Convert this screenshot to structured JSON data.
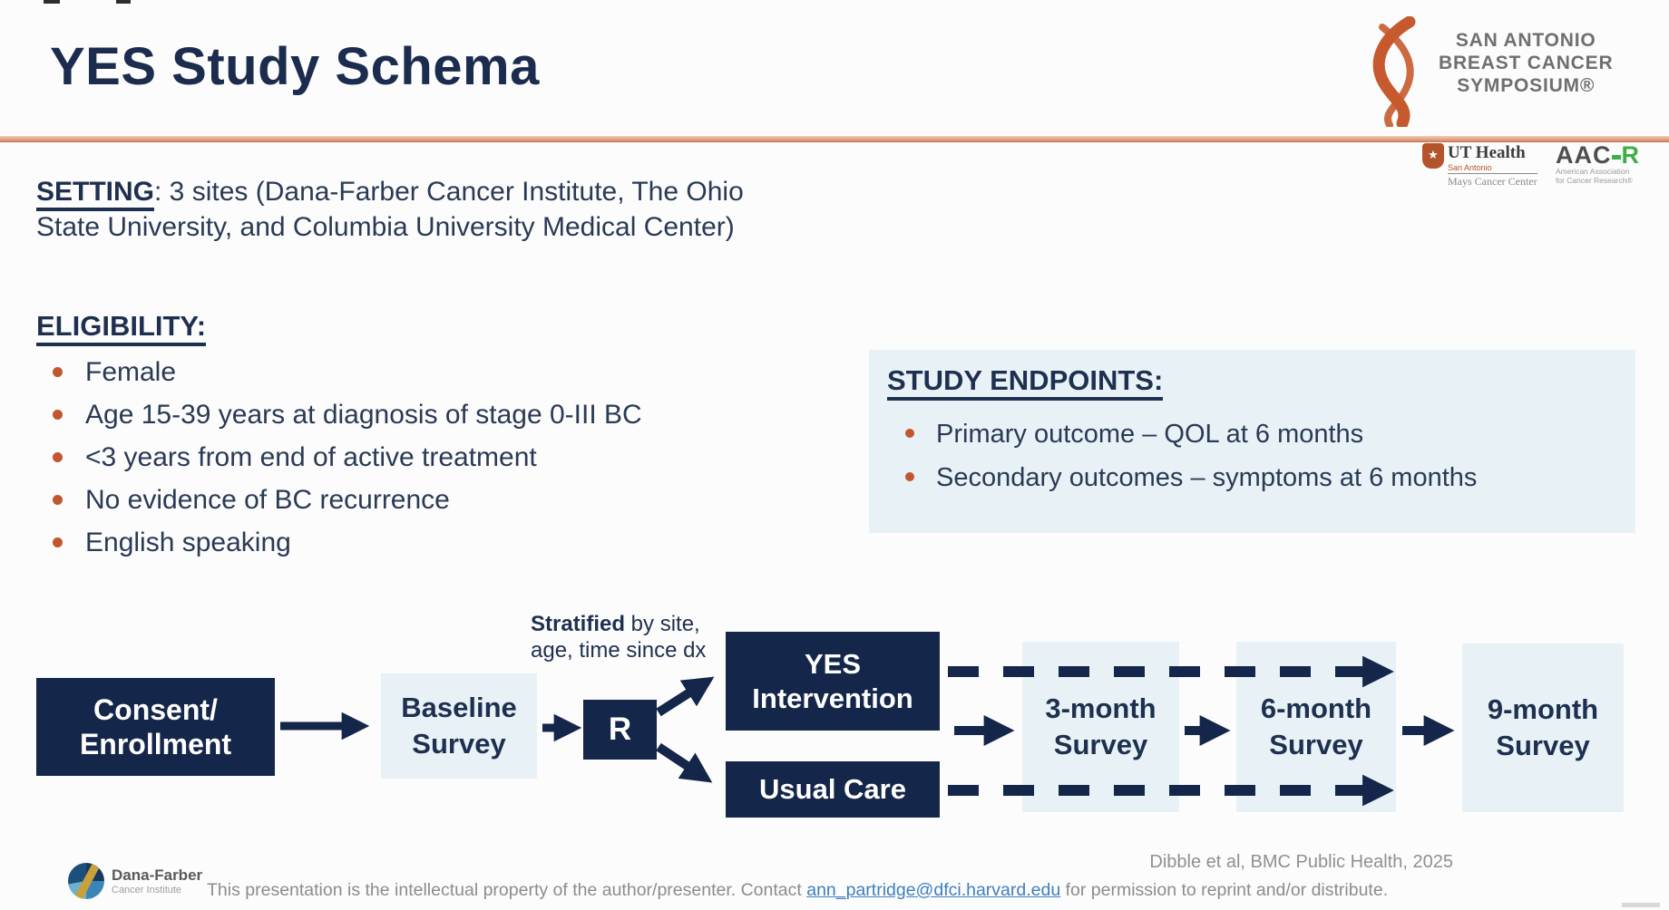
{
  "colors": {
    "navy": "#14264a",
    "heading_navy": "#1e3050",
    "bullet_orange": "#c1562f",
    "divider_orange": "#d68a67",
    "light_blue_box": "#e8f2f6",
    "footer_gray": "#8c8c8c",
    "link_blue": "#3f7fbe",
    "aacr_green": "#3fae49"
  },
  "header": {
    "title": "YES Study Schema",
    "sabcs": {
      "line1": "SAN ANTONIO",
      "line2": "BREAST CANCER",
      "line3": "SYMPOSIUM®"
    },
    "ut_health": {
      "shield_star": "★",
      "name": "UT Health",
      "sub1": "San Antonio",
      "sub2": "Mays Cancer Center"
    },
    "aacr": {
      "main": "AAC",
      "r": "R",
      "sub1": "American Association",
      "sub2": "for Cancer Research®"
    }
  },
  "setting": {
    "label": "SETTING",
    "rest": ": 3 sites (Dana-Farber Cancer Institute, The Ohio State University, and Columbia University Medical Center)"
  },
  "eligibility": {
    "label": "ELIGIBILITY:",
    "items": [
      "Female",
      "Age 15-39 years at diagnosis of stage 0-III BC",
      "<3 years from end of active treatment",
      "No evidence of BC recurrence",
      "English speaking"
    ]
  },
  "endpoints": {
    "label": "STUDY ENDPOINTS:",
    "items": [
      "Primary outcome – QOL at 6 months",
      "Secondary outcomes – symptoms at 6 months"
    ]
  },
  "flow": {
    "stratified_bold": "Stratified",
    "stratified_rest": " by site,",
    "stratified_line2": "age, time since dx",
    "consent": "Consent/\nEnrollment",
    "baseline": "Baseline\nSurvey",
    "randomize": "R",
    "yes_intervention": "YES\nIntervention",
    "usual_care": "Usual Care",
    "survey3": "3-month\nSurvey",
    "survey6": "6-month\nSurvey",
    "survey9": "9-month\nSurvey"
  },
  "citation": "Dibble et al, BMC Public Health, 2025",
  "footer": {
    "org": "Dana-Farber",
    "org_sub": "Cancer Institute",
    "disclaimer_pre": "This presentation is the intellectual property of the author/presenter. Contact ",
    "email": "ann_partridge@dfci.harvard.edu",
    "disclaimer_post": " for permission to reprint and/or distribute."
  }
}
